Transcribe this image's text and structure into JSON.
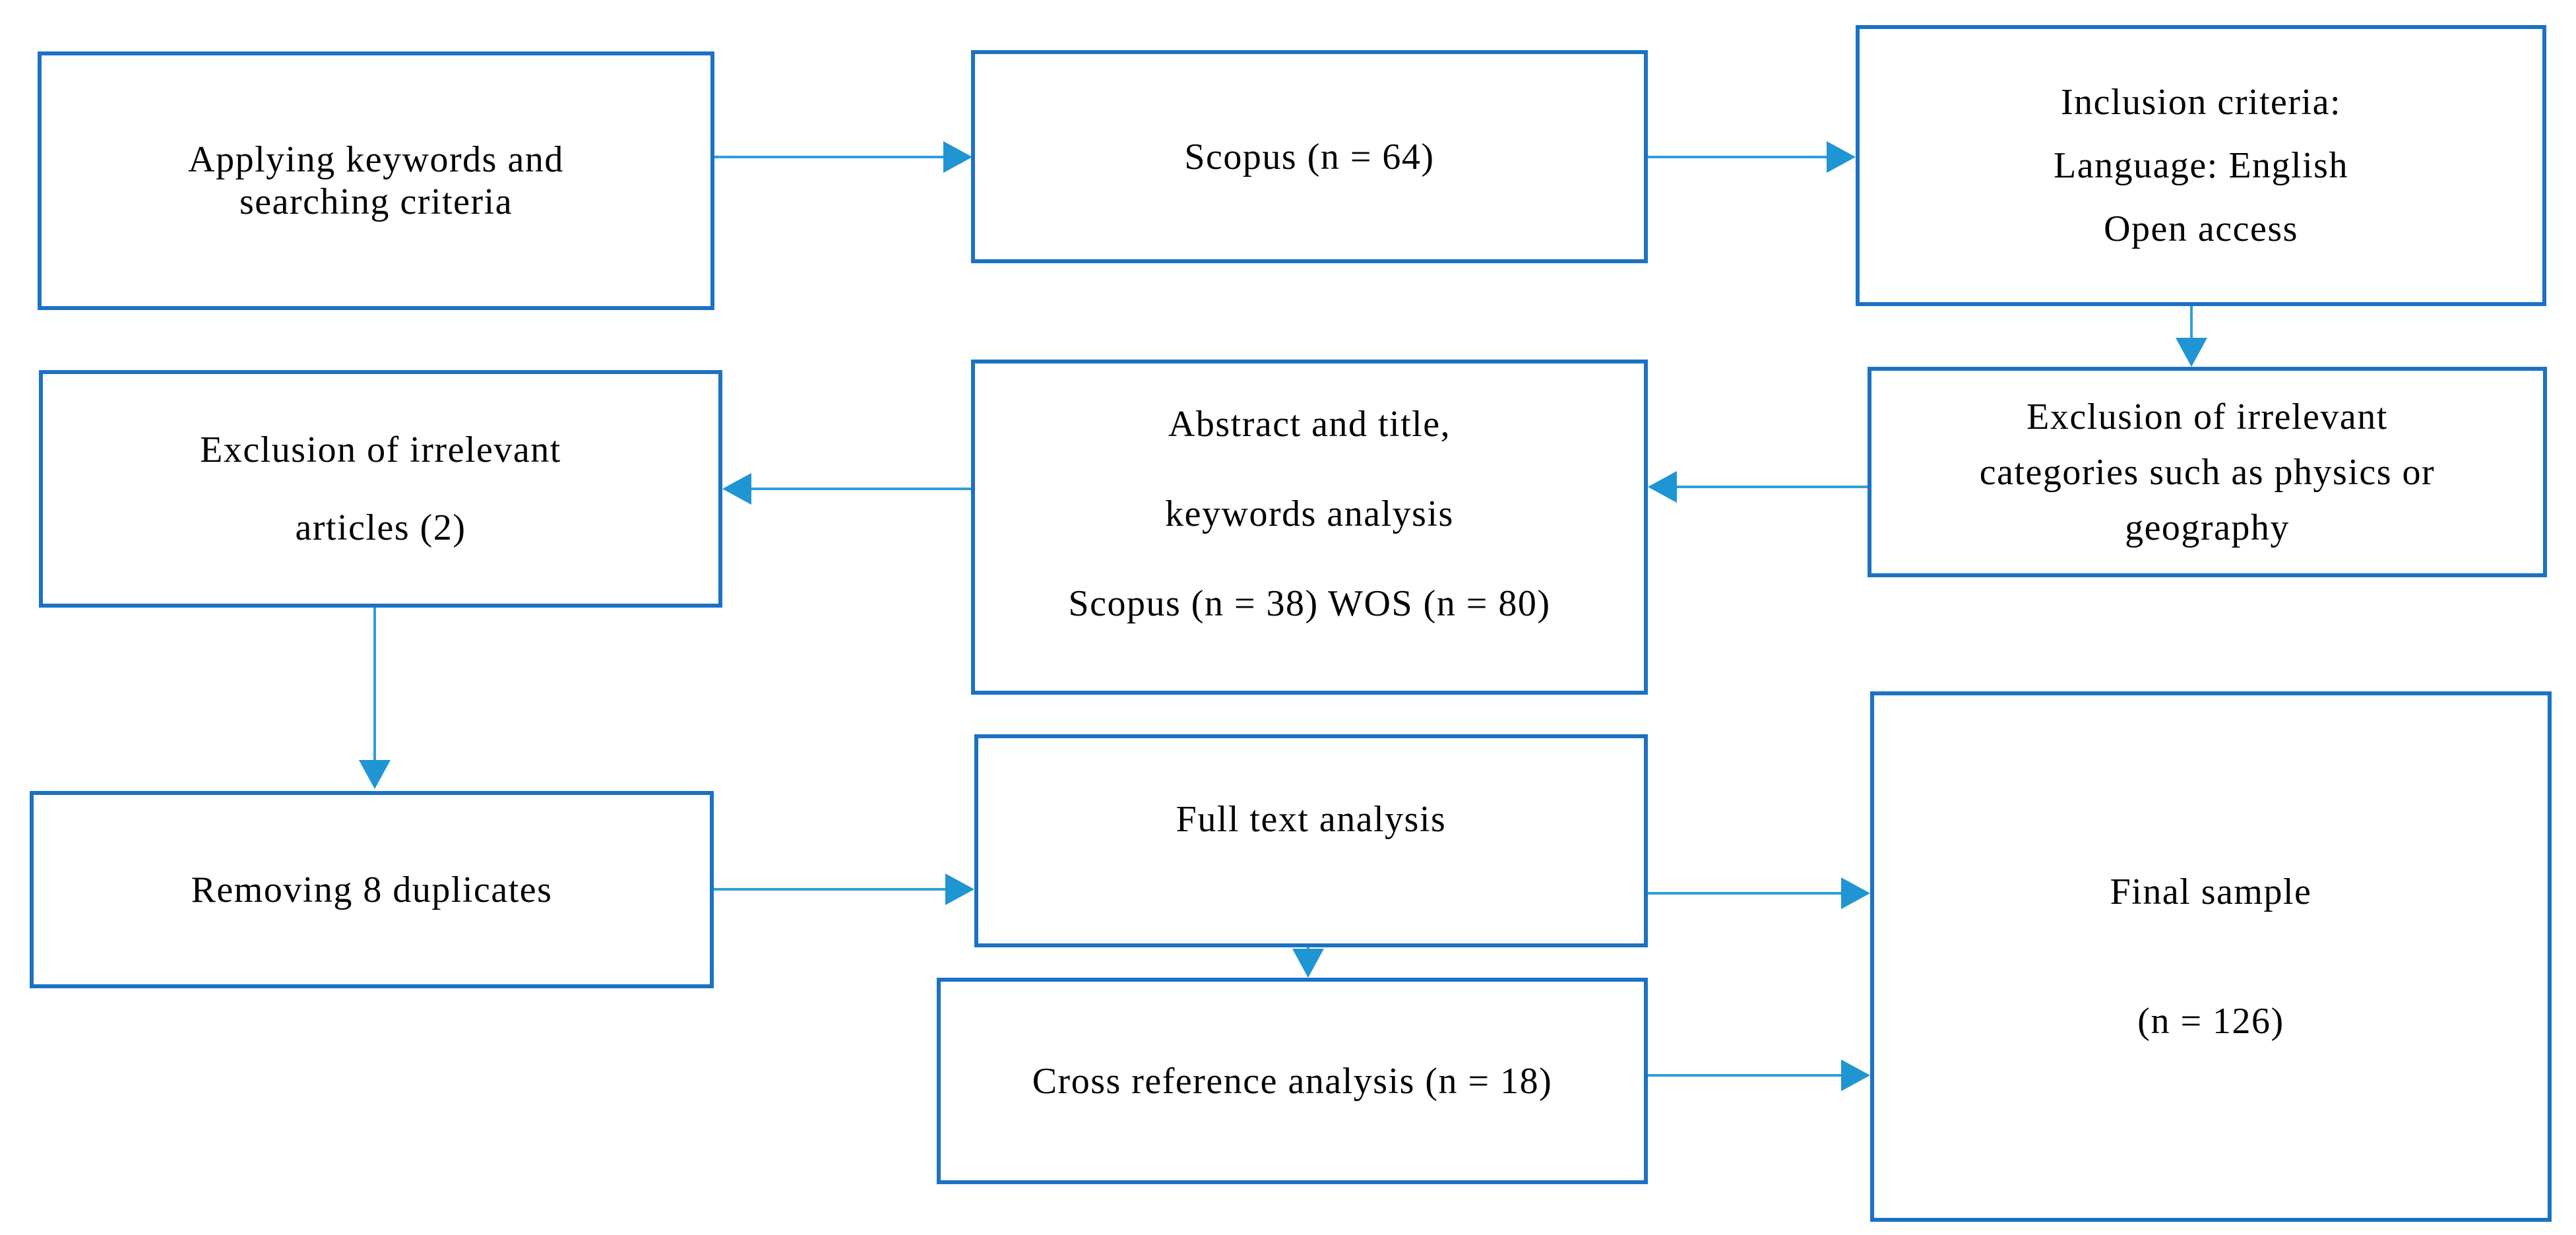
{
  "diagram": {
    "title": "Literature selection flow diagram",
    "colors": {
      "box_border": "#1b72c4",
      "arrow_line": "#2f9fd9",
      "arrow_head": "#1f95d3",
      "text": "#000000",
      "background": "#ffffff"
    },
    "boxes": {
      "applying": {
        "lines": [
          "Applying keywords and",
          "searching criteria"
        ]
      },
      "scopus": {
        "lines": [
          "Scopus (n = 64)"
        ]
      },
      "inclusion": {
        "lines": [
          "Inclusion criteria:",
          "Language: English",
          "Open access"
        ]
      },
      "exclusion_categories": {
        "lines": [
          "Exclusion of irrelevant",
          "categories such as physics or",
          "geography"
        ]
      },
      "abstract": {
        "lines": [
          "Abstract and title,",
          "keywords analysis",
          "Scopus (n = 38) WOS (n = 80)"
        ]
      },
      "exclusion_articles": {
        "lines": [
          "Exclusion of irrelevant",
          "articles (2)"
        ]
      },
      "duplicates": {
        "lines": [
          "Removing 8 duplicates"
        ]
      },
      "fulltext": {
        "lines": [
          "Full text analysis"
        ]
      },
      "crossref": {
        "lines": [
          "Cross reference analysis (n = 18)"
        ]
      },
      "final": {
        "lines": [
          "Final sample",
          "(n = 126)"
        ]
      }
    },
    "edges": [
      {
        "from": "applying",
        "to": "scopus",
        "direction": "right"
      },
      {
        "from": "scopus",
        "to": "inclusion",
        "direction": "right"
      },
      {
        "from": "inclusion",
        "to": "exclusion_categories",
        "direction": "down"
      },
      {
        "from": "exclusion_categories",
        "to": "abstract",
        "direction": "left"
      },
      {
        "from": "abstract",
        "to": "exclusion_articles",
        "direction": "left"
      },
      {
        "from": "exclusion_articles",
        "to": "duplicates",
        "direction": "down"
      },
      {
        "from": "duplicates",
        "to": "fulltext",
        "direction": "right"
      },
      {
        "from": "fulltext",
        "to": "final",
        "direction": "right"
      },
      {
        "from": "fulltext",
        "to": "crossref",
        "direction": "down"
      },
      {
        "from": "crossref",
        "to": "final",
        "direction": "right"
      }
    ]
  }
}
